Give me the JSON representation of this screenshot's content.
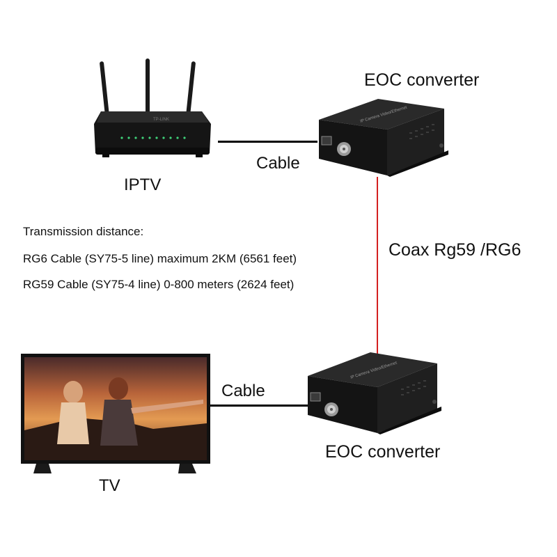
{
  "labels": {
    "top_converter": "EOC converter",
    "bottom_converter": "EOC converter",
    "router": "IPTV",
    "tv": "TV",
    "top_cable": "Cable",
    "bottom_cable": "Cable",
    "coax": "Coax Rg59 /RG6"
  },
  "specs": {
    "heading": "Transmission distance:",
    "line1": "RG6 Cable (SY75-5 line) maximum 2KM (6561 feet)",
    "line2": "RG59 Cable (SY75-4 line) 0-800 meters (2624 feet)"
  },
  "device_text": {
    "converter_face": "IP Camera Video/Ethernet",
    "router_brand": "TP-LINK"
  },
  "colors": {
    "coax_line": "#d42020",
    "cable_line": "#000000",
    "device_body": "#1b1b1b"
  }
}
